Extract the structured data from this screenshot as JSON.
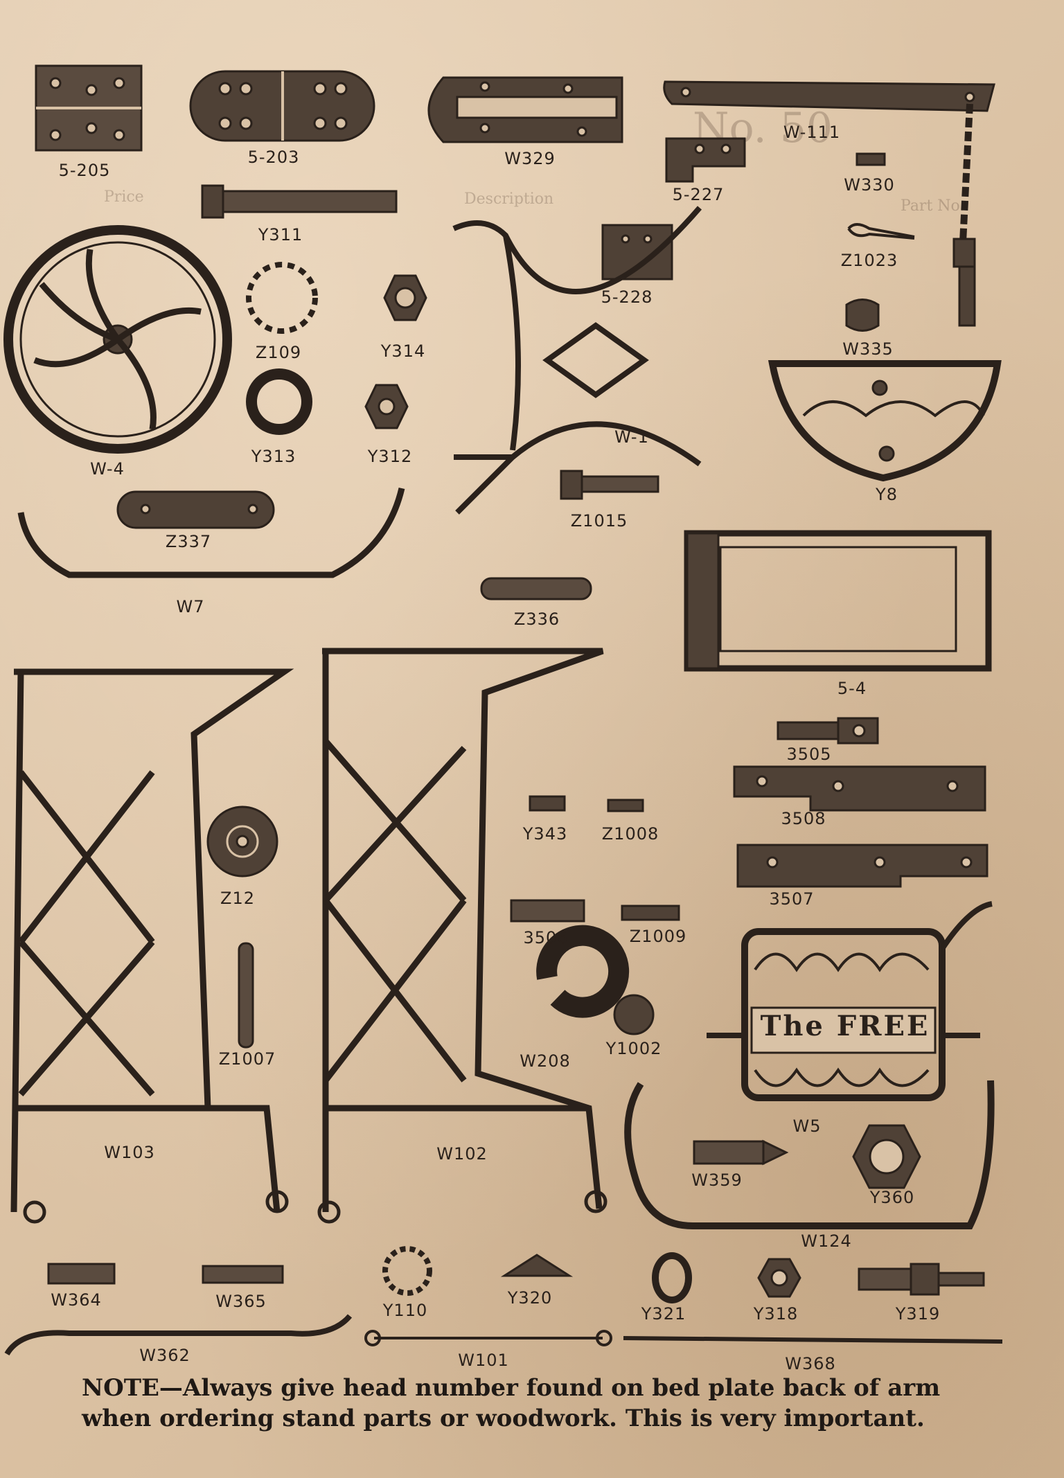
{
  "parts": [
    {
      "id": "p-5-205",
      "label": "5-205"
    },
    {
      "id": "p-5-203",
      "label": "5-203"
    },
    {
      "id": "p-w329",
      "label": "W329"
    },
    {
      "id": "p-w111",
      "label": "W-111"
    },
    {
      "id": "p-5-227",
      "label": "5-227"
    },
    {
      "id": "p-w330",
      "label": "W330"
    },
    {
      "id": "p-y311",
      "label": "Y311"
    },
    {
      "id": "p-z1023",
      "label": "Z1023"
    },
    {
      "id": "p-5-228",
      "label": "5-228"
    },
    {
      "id": "p-w335",
      "label": "W335"
    },
    {
      "id": "p-z109",
      "label": "Z109"
    },
    {
      "id": "p-y314",
      "label": "Y314"
    },
    {
      "id": "p-w4",
      "label": "W-4"
    },
    {
      "id": "p-y313",
      "label": "Y313"
    },
    {
      "id": "p-y312",
      "label": "Y312"
    },
    {
      "id": "p-w1",
      "label": "W-1"
    },
    {
      "id": "p-y8",
      "label": "Y8"
    },
    {
      "id": "p-z1015",
      "label": "Z1015"
    },
    {
      "id": "p-z337",
      "label": "Z337"
    },
    {
      "id": "p-w7",
      "label": "W7"
    },
    {
      "id": "p-z336",
      "label": "Z336"
    },
    {
      "id": "p-5-4",
      "label": "5-4"
    },
    {
      "id": "p-3505",
      "label": "3505"
    },
    {
      "id": "p-3508",
      "label": "3508"
    },
    {
      "id": "p-y343",
      "label": "Y343"
    },
    {
      "id": "p-z1008",
      "label": "Z1008"
    },
    {
      "id": "p-z12",
      "label": "Z12"
    },
    {
      "id": "p-3507",
      "label": "3507"
    },
    {
      "id": "p-3506",
      "label": "3506"
    },
    {
      "id": "p-z1009",
      "label": "Z1009"
    },
    {
      "id": "p-z1007",
      "label": "Z1007"
    },
    {
      "id": "p-w208",
      "label": "W208"
    },
    {
      "id": "p-y1002",
      "label": "Y1002"
    },
    {
      "id": "p-w5",
      "label": "W5"
    },
    {
      "id": "p-w103",
      "label": "W103"
    },
    {
      "id": "p-w102",
      "label": "W102"
    },
    {
      "id": "p-w359",
      "label": "W359"
    },
    {
      "id": "p-y360",
      "label": "Y360"
    },
    {
      "id": "p-w124",
      "label": "W124"
    },
    {
      "id": "p-w364",
      "label": "W364"
    },
    {
      "id": "p-w365",
      "label": "W365"
    },
    {
      "id": "p-y110",
      "label": "Y110"
    },
    {
      "id": "p-y320",
      "label": "Y320"
    },
    {
      "id": "p-y321",
      "label": "Y321"
    },
    {
      "id": "p-y318",
      "label": "Y318"
    },
    {
      "id": "p-y319",
      "label": "Y319"
    },
    {
      "id": "p-w362",
      "label": "W362"
    },
    {
      "id": "p-w101",
      "label": "W101"
    },
    {
      "id": "p-w368",
      "label": "W368"
    }
  ],
  "treadle_text": "The FREE",
  "note": {
    "line1": "NOTE—Always give head number found on bed plate back of arm",
    "line2": "when ordering stand parts or woodwork.   This is very important."
  },
  "bleed_through": {
    "heading": "No. 50",
    "col_price": "Price",
    "col_desc": "Description",
    "col_partno": "Part No."
  },
  "colors": {
    "paper": "#dcc3a5",
    "ink": "#2a211b"
  }
}
